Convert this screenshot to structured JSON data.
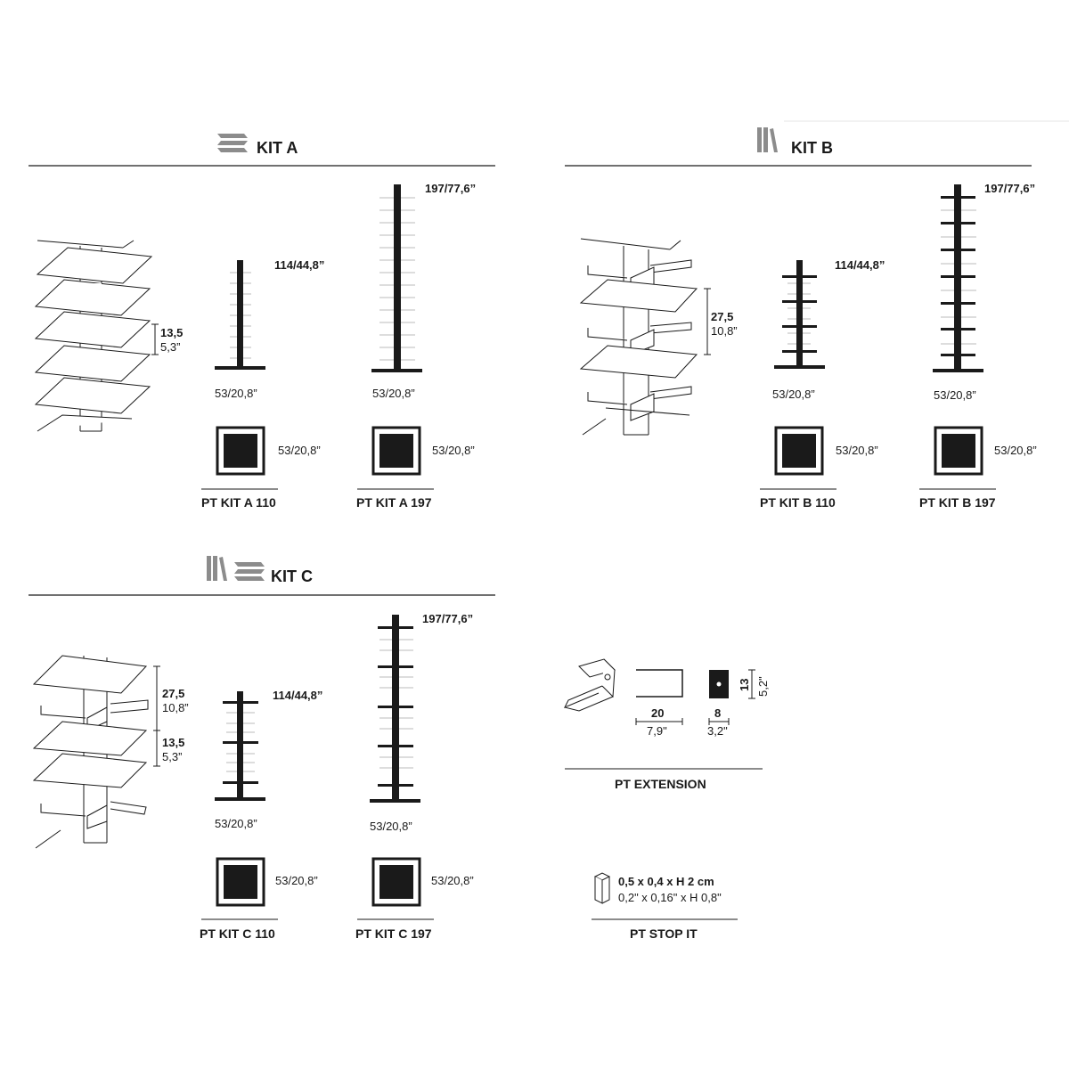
{
  "colors": {
    "ink": "#1a1a1a",
    "icon_gray": "#8c8c8c",
    "hairline": "#bbbbbb"
  },
  "kit_a": {
    "title": "KIT A",
    "shelf_spacing": "13,5",
    "shelf_spacing_in": "5,3”",
    "h110": "114/44,8”",
    "h197": "197/77,6”",
    "w1": "53/20,8”",
    "w2": "53/20,8”",
    "sq1": "53/20,8”",
    "sq2": "53/20,8”",
    "name110": "PT KIT A 110",
    "name197": "PT KIT A 197"
  },
  "kit_b": {
    "title": "KIT B",
    "shelf_spacing": "27,5",
    "shelf_spacing_in": "10,8”",
    "h110": "114/44,8”",
    "h197": "197/77,6”",
    "w1": "53/20,8”",
    "w2": "53/20,8”",
    "sq1": "53/20,8”",
    "sq2": "53/20,8”",
    "name110": "PT KIT B 110",
    "name197": "PT KIT B 197"
  },
  "kit_c": {
    "title": "KIT C",
    "spacing_a": "27,5",
    "spacing_a_in": "10,8”",
    "spacing_b": "13,5",
    "spacing_b_in": "5,3”",
    "h110": "114/44,8”",
    "h197": "197/77,6”",
    "w1": "53/20,8”",
    "w2": "53/20,8”",
    "sq1": "53/20,8”",
    "sq2": "53/20,8”",
    "name110": "PT KIT C 110",
    "name197": "PT KIT C 197"
  },
  "extension": {
    "width": "20",
    "width_in": "7,9\"",
    "depth": "8",
    "depth_in": "3,2\"",
    "height": "13",
    "height_in": "5,2\"",
    "name": "PT EXTENSION"
  },
  "stop_it": {
    "dims_cm": "0,5 x 0,4 x H 2 cm",
    "dims_in": "0,2\" x 0,16\" x H 0,8\"",
    "name": "PT STOP IT"
  },
  "icons": {
    "horizontal_books": "stacked-books-icon",
    "vertical_books": "standing-books-icon"
  }
}
